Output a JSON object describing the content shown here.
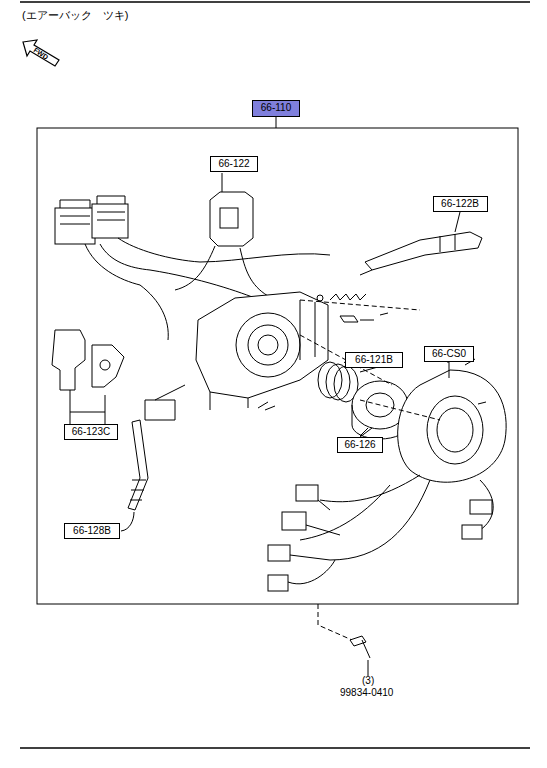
{
  "diagram": {
    "title": "(エアーバック　ツキ)",
    "nodes": [
      {
        "text": [
          "FWD"
        ]
      },
      {
        "text": [
          "66-110"
        ]
      },
      {
        "text": [
          "66-122"
        ]
      },
      {
        "text": [
          "66-122B"
        ]
      },
      {
        "text": [
          "66-121B"
        ]
      },
      {
        "text": [
          "66-CS0"
        ]
      },
      {
        "text": [
          "66-123C"
        ]
      },
      {
        "text": [
          "66-126"
        ]
      },
      {
        "text": [
          "66-128B"
        ]
      }
    ],
    "labels": [
      "(3)",
      "99834-0410"
    ]
  }
}
